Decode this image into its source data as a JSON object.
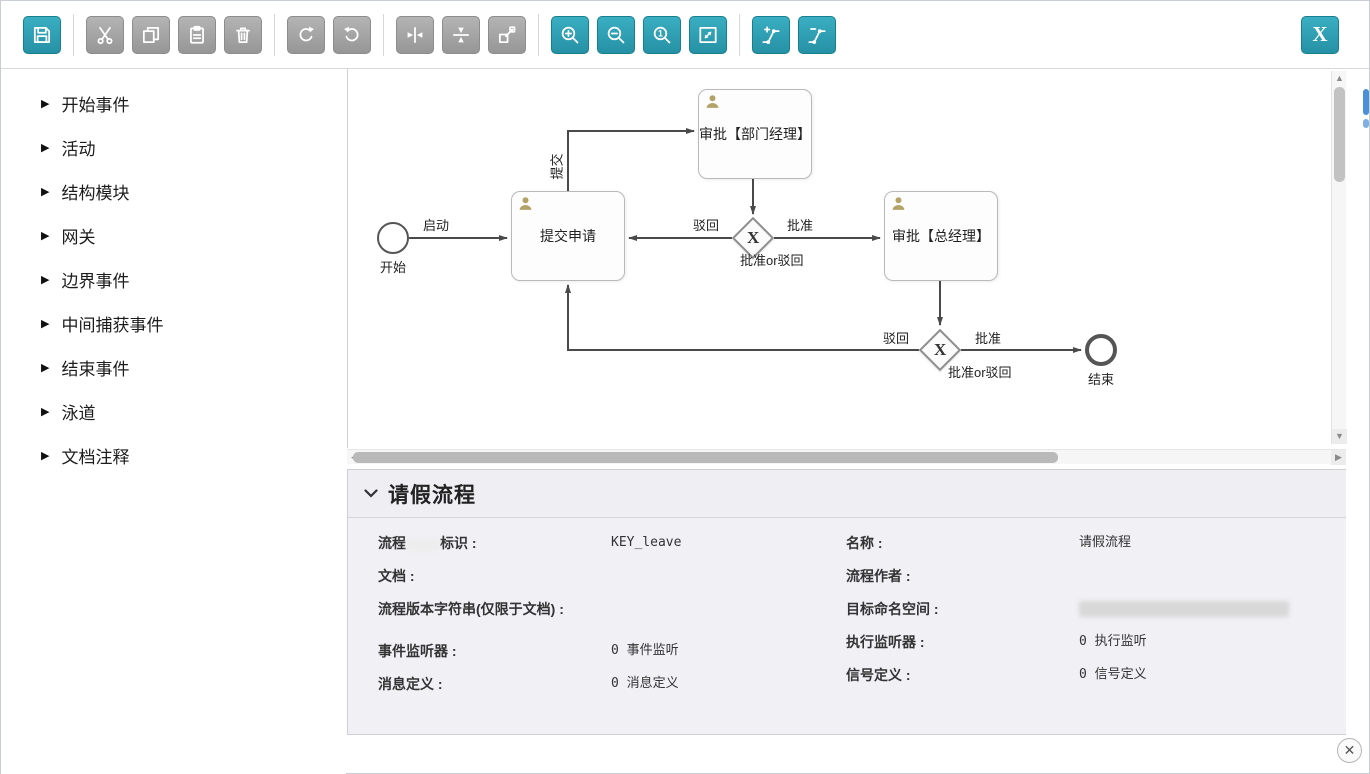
{
  "toolbar": {
    "close_label": "X",
    "accent_color": "#2f9fb3",
    "disabled_color": "#9e9e9e",
    "buttons": [
      {
        "name": "save",
        "icon": "floppy-icon",
        "enabled": true
      },
      {
        "name": "cut",
        "icon": "scissors-icon",
        "enabled": false
      },
      {
        "name": "copy",
        "icon": "copy-icon",
        "enabled": false
      },
      {
        "name": "paste",
        "icon": "paste-icon",
        "enabled": false
      },
      {
        "name": "delete",
        "icon": "trash-icon",
        "enabled": false
      },
      {
        "name": "redo",
        "icon": "redo-arrow-icon",
        "enabled": false
      },
      {
        "name": "undo",
        "icon": "undo-arrow-icon",
        "enabled": false
      },
      {
        "name": "align-horizontal",
        "icon": "align-horizontal-icon",
        "enabled": false
      },
      {
        "name": "align-vertical",
        "icon": "align-vertical-icon",
        "enabled": false
      },
      {
        "name": "same-size",
        "icon": "same-size-icon",
        "enabled": false
      },
      {
        "name": "zoom-in",
        "icon": "zoom-in-icon",
        "enabled": true
      },
      {
        "name": "zoom-out",
        "icon": "zoom-out-icon",
        "enabled": true
      },
      {
        "name": "zoom-actual",
        "icon": "zoom-actual-icon",
        "enabled": true
      },
      {
        "name": "zoom-fit",
        "icon": "zoom-fit-icon",
        "enabled": true
      },
      {
        "name": "add-bendpoint",
        "icon": "add-bendpoint-icon",
        "enabled": true
      },
      {
        "name": "remove-bendpoint",
        "icon": "remove-bendpoint-icon",
        "enabled": true
      }
    ]
  },
  "palette": {
    "items": [
      {
        "label": "开始事件"
      },
      {
        "label": "活动"
      },
      {
        "label": "结构模块"
      },
      {
        "label": "网关"
      },
      {
        "label": "边界事件"
      },
      {
        "label": "中间捕获事件"
      },
      {
        "label": "结束事件"
      },
      {
        "label": "泳道"
      },
      {
        "label": "文档注释"
      }
    ]
  },
  "diagram": {
    "start_event": {
      "label": "开始"
    },
    "end_event": {
      "label": "结束"
    },
    "tasks": [
      {
        "label": "提交申请"
      },
      {
        "label": "审批【部门经理】"
      },
      {
        "label": "审批【总经理】"
      }
    ],
    "gateways": [
      {
        "symbol": "X",
        "label": "批准or驳回"
      },
      {
        "symbol": "X",
        "label": "批准or驳回"
      }
    ],
    "flow_labels": {
      "start": "启动",
      "submit": "提交",
      "reject_mgr": "驳回",
      "approve_mgr": "批准",
      "reject_gm": "驳回",
      "approve_gm": "批准"
    }
  },
  "properties": {
    "title": "请假流程",
    "left": [
      {
        "label_prefix": "流程",
        "label_suffix": "标识 :",
        "value": "KEY_leave"
      },
      {
        "label": "文档 :",
        "value": ""
      },
      {
        "label": "流程版本字符串(仅限于文档) :",
        "value": ""
      },
      {
        "label": "事件监听器 :",
        "value": "0 事件监听"
      },
      {
        "label": "消息定义 :",
        "value": "0 消息定义"
      }
    ],
    "right": [
      {
        "label": "名称 :",
        "value": "请假流程"
      },
      {
        "label": "流程作者 :",
        "value": ""
      },
      {
        "label": "目标命名空间 :",
        "value": "",
        "redacted": true
      },
      {
        "label": "执行监听器 :",
        "value": "0 执行监听"
      },
      {
        "label": "信号定义 :",
        "value": "0 信号定义"
      }
    ]
  }
}
